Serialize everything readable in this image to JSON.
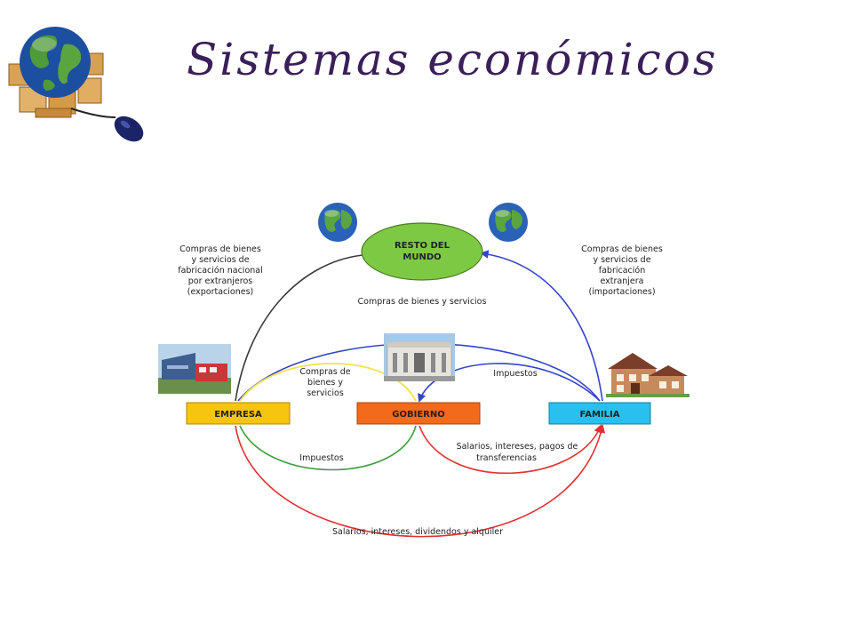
{
  "slide": {
    "title": "Sistemas económicos"
  },
  "logo": {
    "icons": [
      "globe-icon",
      "boxes-icon",
      "computer-mouse-icon"
    ]
  },
  "diagram": {
    "nodes": {
      "resto_del_mundo": {
        "line1": "RESTO DEL",
        "line2": "MUNDO",
        "color": "#7dc943"
      },
      "empresa": {
        "label": "EMPRESA",
        "color": "#f7c40f"
      },
      "gobierno": {
        "label": "GOBIERNO",
        "color": "#f26a1b"
      },
      "familia": {
        "label": "FAMILIA",
        "color": "#29c0ef"
      }
    },
    "labels": {
      "exportaciones": [
        "Compras de bienes",
        "y servicios de",
        "fabricación nacional",
        "por extranjeros",
        "(exportaciones)"
      ],
      "importaciones": [
        "Compras de bienes",
        "y servicios de",
        "fabricación",
        "extranjera",
        "(importaciones)"
      ],
      "compras_bienes_servicios": "Compras de bienes y servicios",
      "compras_gobierno": [
        "Compras de",
        "bienes y",
        "servicios"
      ],
      "impuestos_familia": "Impuestos",
      "impuestos_empresa": "Impuestos",
      "salarios_gobierno": [
        "Salarios, intereses, pagos de",
        "transferencias"
      ],
      "salarios_empresa": "Salarios, intereses, dividendos y alquiler"
    },
    "flow_colors": {
      "black": "#3a3a3a",
      "blue": "#3344cc",
      "yellow": "#f2e24a",
      "green": "#3f9e3f",
      "red": "#e23030"
    },
    "icons": [
      "globe-icon",
      "factory-icon",
      "government-building-icon",
      "house-icon"
    ]
  }
}
